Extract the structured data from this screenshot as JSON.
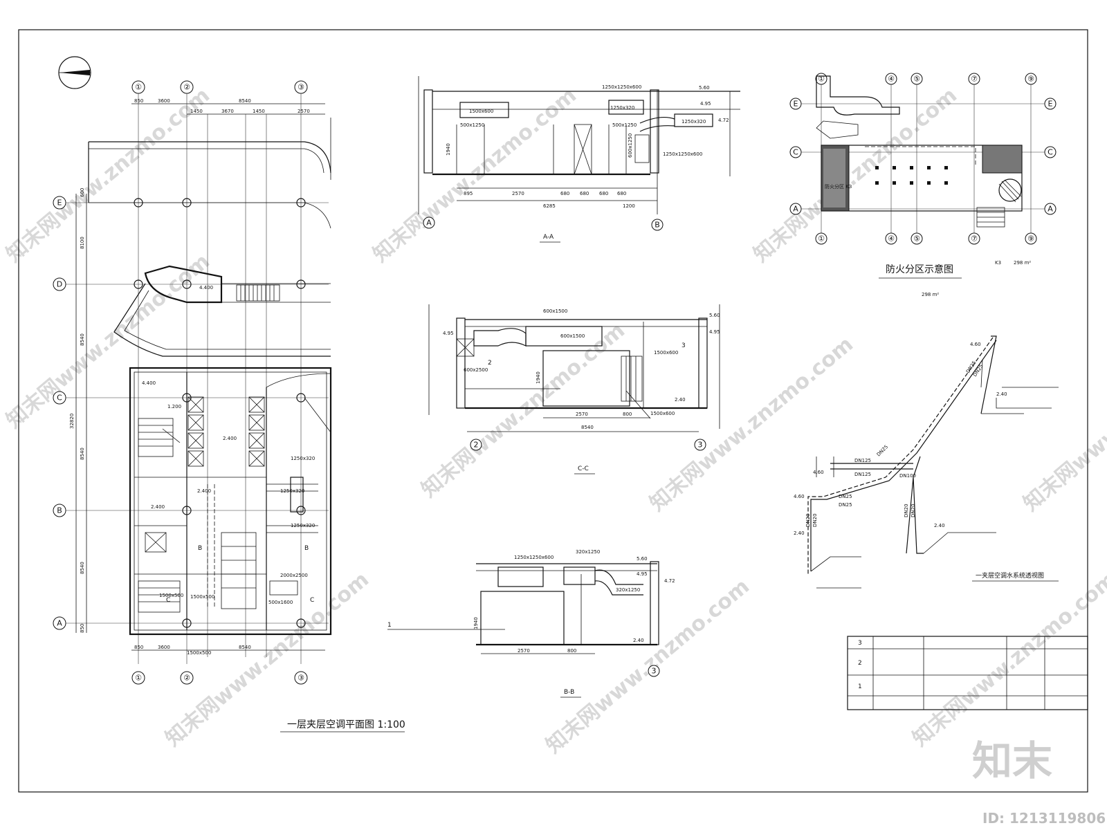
{
  "titles": {
    "plan": "一层夹层空调平面图 1:100",
    "section_aa": "A-A",
    "section_cc": "C-C",
    "section_bb": "B-B",
    "fire_zone": "防火分区示意图",
    "water_system": "一夹层空调水系统透视图"
  },
  "plan": {
    "axis_numbers": [
      "①",
      "②",
      "③"
    ],
    "axis_letters": [
      "E",
      "D",
      "C",
      "B",
      "A"
    ],
    "top_dims": [
      "850",
      "3600",
      "8540"
    ],
    "sub_dims": [
      "1450",
      "3670",
      "1450",
      "2570"
    ],
    "bottom_dims": [
      "850",
      "3600",
      "8540"
    ],
    "side_dims": [
      "600",
      "8100",
      "8540",
      "8540",
      "8540",
      "850"
    ],
    "total_height": "32820",
    "elevations": [
      "4.400",
      "4.400",
      "2.400",
      "2.400",
      "2.400",
      "1.200"
    ],
    "duct_labels": [
      "1250x320",
      "1250x320",
      "1250x320",
      "500x1600",
      "1500x500",
      "1500x500",
      "1500x500",
      "2000x2500"
    ],
    "section_marks": [
      "B",
      "B",
      "C",
      "C"
    ]
  },
  "section_aa": {
    "axes": [
      "A",
      "B"
    ],
    "levels": [
      "5.60",
      "4.95",
      "4.72"
    ],
    "duct_labels": [
      "1500x600",
      "1250x1250x600",
      "1250x320",
      "1250x320",
      "500x1250",
      "500x1250",
      "600x1250",
      "1250x1250x600"
    ],
    "dims": [
      "895",
      "2570",
      "680",
      "680",
      "680",
      "680"
    ],
    "total_dims": [
      "6285",
      "1200"
    ],
    "height": "1940"
  },
  "section_cc": {
    "axes": [
      "2",
      "3"
    ],
    "levels": [
      "5.60",
      "4.95",
      "4.95",
      "2.40"
    ],
    "duct_labels": [
      "600x1500",
      "600x1500",
      "600x2500",
      "1500x600",
      "1500x600"
    ],
    "callouts": [
      "2",
      "3"
    ],
    "dims": [
      "2570",
      "800"
    ],
    "total": "8540",
    "height": "1940"
  },
  "section_bb": {
    "axes": [
      "3"
    ],
    "levels": [
      "5.60",
      "4.95",
      "4.72",
      "2.40"
    ],
    "duct_labels": [
      "1250x1250x600",
      "320x1250",
      "320x1250"
    ],
    "callout": "1",
    "dims": [
      "2570",
      "800"
    ],
    "height": "1940"
  },
  "fire_zone": {
    "axes_top": [
      "①",
      "④",
      "⑤",
      "⑦",
      "⑨"
    ],
    "axes_bottom": [
      "①",
      "④",
      "⑤",
      "⑦",
      "⑨"
    ],
    "axes_side": [
      "E",
      "C",
      "A"
    ],
    "zone_label": "防火分区 K3",
    "zone_code": "K3",
    "area": "298 m²",
    "area2": "298 m²"
  },
  "water_system": {
    "pipe_labels": [
      "DN25",
      "DN25",
      "DN125",
      "DN125",
      "DN25",
      "DN25",
      "DN20",
      "DN20",
      "DN20",
      "DN20",
      "DN100",
      "DN25"
    ],
    "levels": [
      "4.60",
      "4.60",
      "4.60",
      "2.40",
      "2.40",
      "2.40"
    ]
  },
  "revision_table": {
    "rows": [
      "3",
      "2",
      "1",
      ""
    ]
  },
  "watermark": {
    "site": "知末网www.znzmo.com",
    "brand": "知末",
    "id_text": "ID: 1213119806"
  }
}
